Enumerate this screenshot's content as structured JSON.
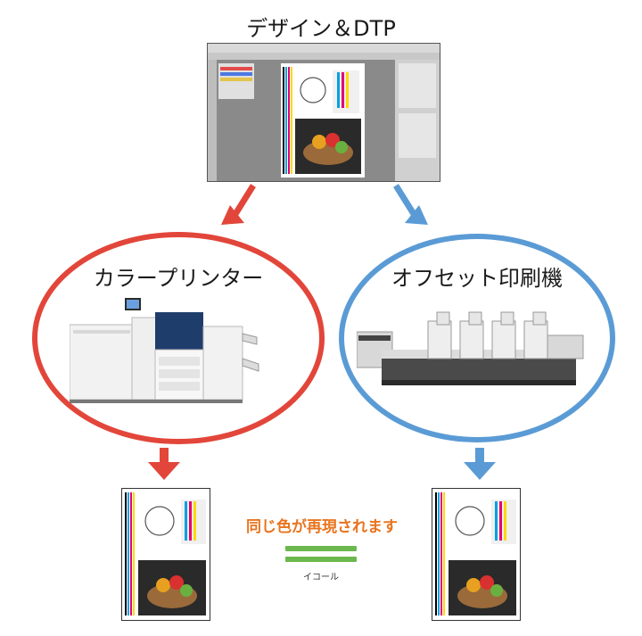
{
  "top": {
    "title": "デザイン＆DTP"
  },
  "left": {
    "label": "カラープリンター"
  },
  "right": {
    "label": "オフセット印刷機"
  },
  "equal": {
    "message": "同じ色が再現されます",
    "caption": "イコール"
  },
  "colors": {
    "red": "#e2463a",
    "blue": "#5a9bd5",
    "green": "#6bb84e",
    "orange": "#e8741e"
  }
}
